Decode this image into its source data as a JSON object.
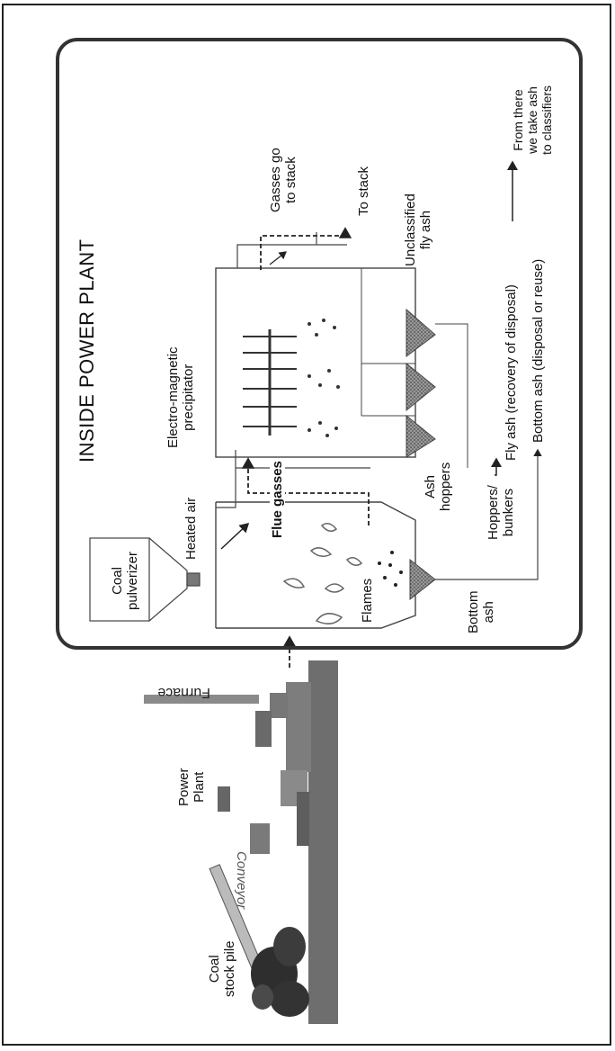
{
  "diagram": {
    "title": "INSIDE POWER PLANT",
    "outside": {
      "coal_stock_pile": "Coal\nstock pile",
      "conveyor": "Conveyor",
      "power_plant": "Power\nPlant",
      "furnace": "Furnace"
    },
    "inside": {
      "coal_pulverizer": "Coal\npulverizer",
      "heated_air": "Heated air",
      "flames": "Flames",
      "bottom_ash": "Bottom\nash",
      "flue_gasses": "Flue gasses",
      "precipitator": "Electro-magnetic\nprecipitator",
      "ash_hoppers": "Ash\nhoppers",
      "hoppers_bunkers": "Hoppers/\nbunkers",
      "gasses_go_to_stack": "Gasses go\nto stack",
      "to_stack": "To stack",
      "unclassified_fly_ash": "Unclassified\nfly ash",
      "fly_ash_line": "Fly ash (recovery of disposal)",
      "bottom_ash_line": "Bottom ash (disposal or reuse)",
      "classifiers": "From there\nwe take ash\nto classifiers"
    }
  }
}
